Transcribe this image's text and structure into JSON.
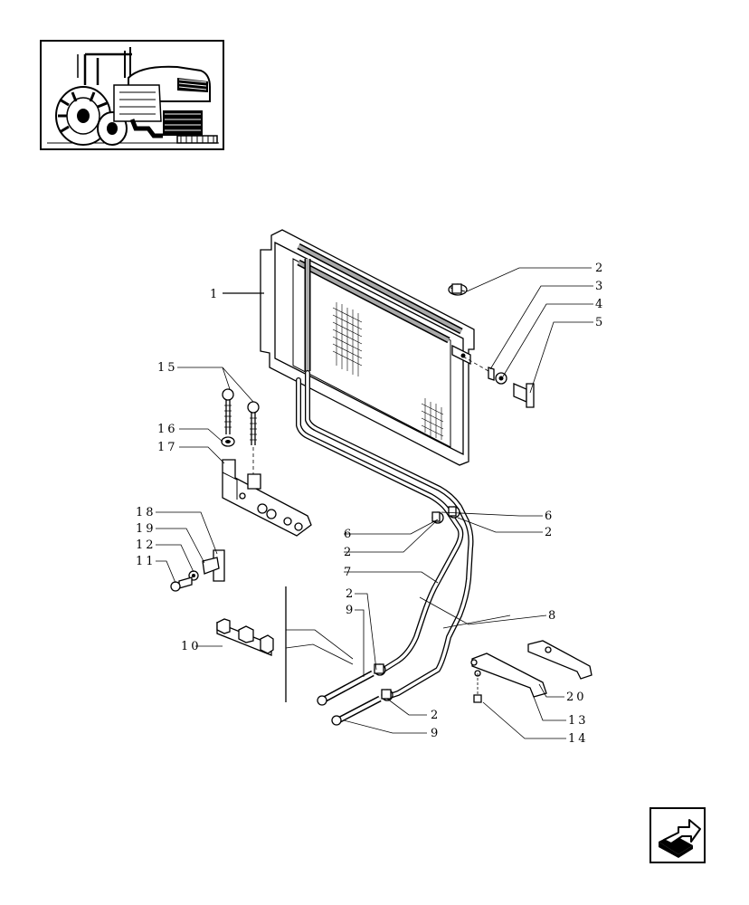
{
  "callouts": [
    {
      "id": "c1",
      "text": "1"
    },
    {
      "id": "c2a",
      "text": "2"
    },
    {
      "id": "c3",
      "text": "3"
    },
    {
      "id": "c4",
      "text": "4"
    },
    {
      "id": "c5",
      "text": "5"
    },
    {
      "id": "c15",
      "text": "15"
    },
    {
      "id": "c16",
      "text": "16"
    },
    {
      "id": "c17",
      "text": "17"
    },
    {
      "id": "c6a",
      "text": "6"
    },
    {
      "id": "c2b",
      "text": "2"
    },
    {
      "id": "c6b",
      "text": "6"
    },
    {
      "id": "c2c",
      "text": "2"
    },
    {
      "id": "c7",
      "text": "7"
    },
    {
      "id": "c18",
      "text": "18"
    },
    {
      "id": "c19",
      "text": "19"
    },
    {
      "id": "c12",
      "text": "12"
    },
    {
      "id": "c11",
      "text": "11"
    },
    {
      "id": "c2d",
      "text": "2"
    },
    {
      "id": "c9a",
      "text": "9"
    },
    {
      "id": "c8",
      "text": "8"
    },
    {
      "id": "c10",
      "text": "10"
    },
    {
      "id": "c20",
      "text": "20"
    },
    {
      "id": "c2e",
      "text": "2"
    },
    {
      "id": "c9b",
      "text": "9"
    },
    {
      "id": "c13",
      "text": "13"
    },
    {
      "id": "c14",
      "text": "14"
    }
  ],
  "icons": {
    "thumbnail": "tractor-location-thumbnail",
    "navigation": "next-page-arrow-icon"
  }
}
